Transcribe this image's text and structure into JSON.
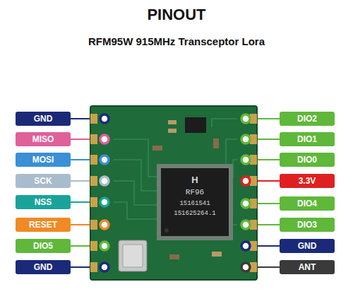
{
  "diagram": {
    "title": "PINOUT",
    "nodes": [
      {
        "text": [
          "GND"
        ]
      },
      {
        "text": [
          "MISO"
        ]
      },
      {
        "text": [
          "MOSI"
        ]
      },
      {
        "text": [
          "SCK"
        ]
      },
      {
        "text": [
          "NSS"
        ]
      },
      {
        "text": [
          "RESET"
        ]
      },
      {
        "text": [
          "DIO5"
        ]
      },
      {
        "text": [
          "GND"
        ]
      },
      {
        "text": [
          "DIO2"
        ]
      },
      {
        "text": [
          "DIO1"
        ]
      },
      {
        "text": [
          "DIO0"
        ]
      },
      {
        "text": [
          "3.3V"
        ]
      },
      {
        "text": [
          "DIO4"
        ]
      },
      {
        "text": [
          "DIO3"
        ]
      },
      {
        "text": [
          "GND"
        ]
      },
      {
        "text": [
          "ANT"
        ]
      }
    ],
    "labels": [
      "RFM95W 915MHz Transceptor Lora",
      "H",
      "RF96",
      "15161541",
      "151625264.1"
    ]
  }
}
